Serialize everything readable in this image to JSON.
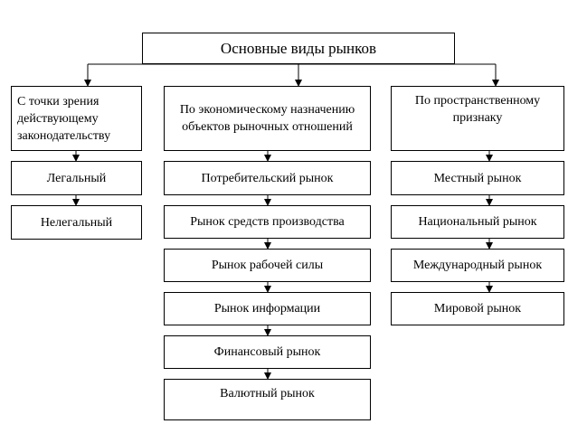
{
  "title": "Основные виды рынков",
  "columns": [
    {
      "header": "С точки зрения действующему законодательству",
      "items": [
        "Легальный",
        "Нелегальный"
      ]
    },
    {
      "header": "По экономическому назначению объектов рыночных отношений",
      "items": [
        "Потребительский рынок",
        "Рынок средств производства",
        "Рынок рабочей силы",
        "Рынок информации",
        "Финансовый рынок",
        "Валютный рынок"
      ]
    },
    {
      "header": "По пространственному признаку",
      "items": [
        "Местный рынок",
        "Национальный рынок",
        "Международный рынок",
        "Мировой рынок"
      ]
    }
  ]
}
